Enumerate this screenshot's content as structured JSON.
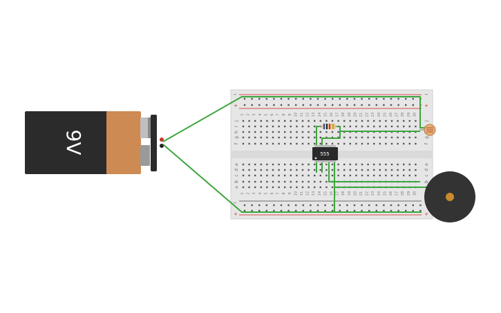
{
  "battery": {
    "label": "9V",
    "body_color": "#2b2b2b",
    "cap_color": "#cd8a52"
  },
  "chip": {
    "label": "555",
    "color": "#2a2a2a"
  },
  "breadboard": {
    "row_letters_top": [
      "j",
      "i",
      "h",
      "g",
      "f"
    ],
    "row_letters_bottom": [
      "e",
      "d",
      "c",
      "b",
      "a"
    ],
    "rail_plus": "+",
    "rail_minus": "−",
    "column_numbers_top": [
      "1",
      "2",
      "3",
      "4",
      "5",
      "6",
      "7",
      "8",
      "9",
      "10",
      "11",
      "12",
      "13",
      "14",
      "15",
      "16",
      "17",
      "18",
      "19",
      "20",
      "21",
      "22",
      "23",
      "24",
      "25",
      "26",
      "27",
      "28",
      "29",
      "30"
    ],
    "column_numbers_bottom": [
      "1",
      "2",
      "3",
      "4",
      "5",
      "6",
      "7",
      "8",
      "9",
      "10",
      "11",
      "12",
      "13",
      "14",
      "15",
      "16",
      "17",
      "18",
      "19",
      "20",
      "21",
      "22",
      "23",
      "24",
      "25",
      "26",
      "27",
      "28",
      "29",
      "30"
    ]
  },
  "colors": {
    "wire": "#3aa63a",
    "board": "#e6e6e6",
    "rail_red": "#d94b4b",
    "rail_blue": "#6a6a6a",
    "buzzer": "#333333",
    "buzzer_center": "#c9892f",
    "ldr": "#e7b07a"
  }
}
